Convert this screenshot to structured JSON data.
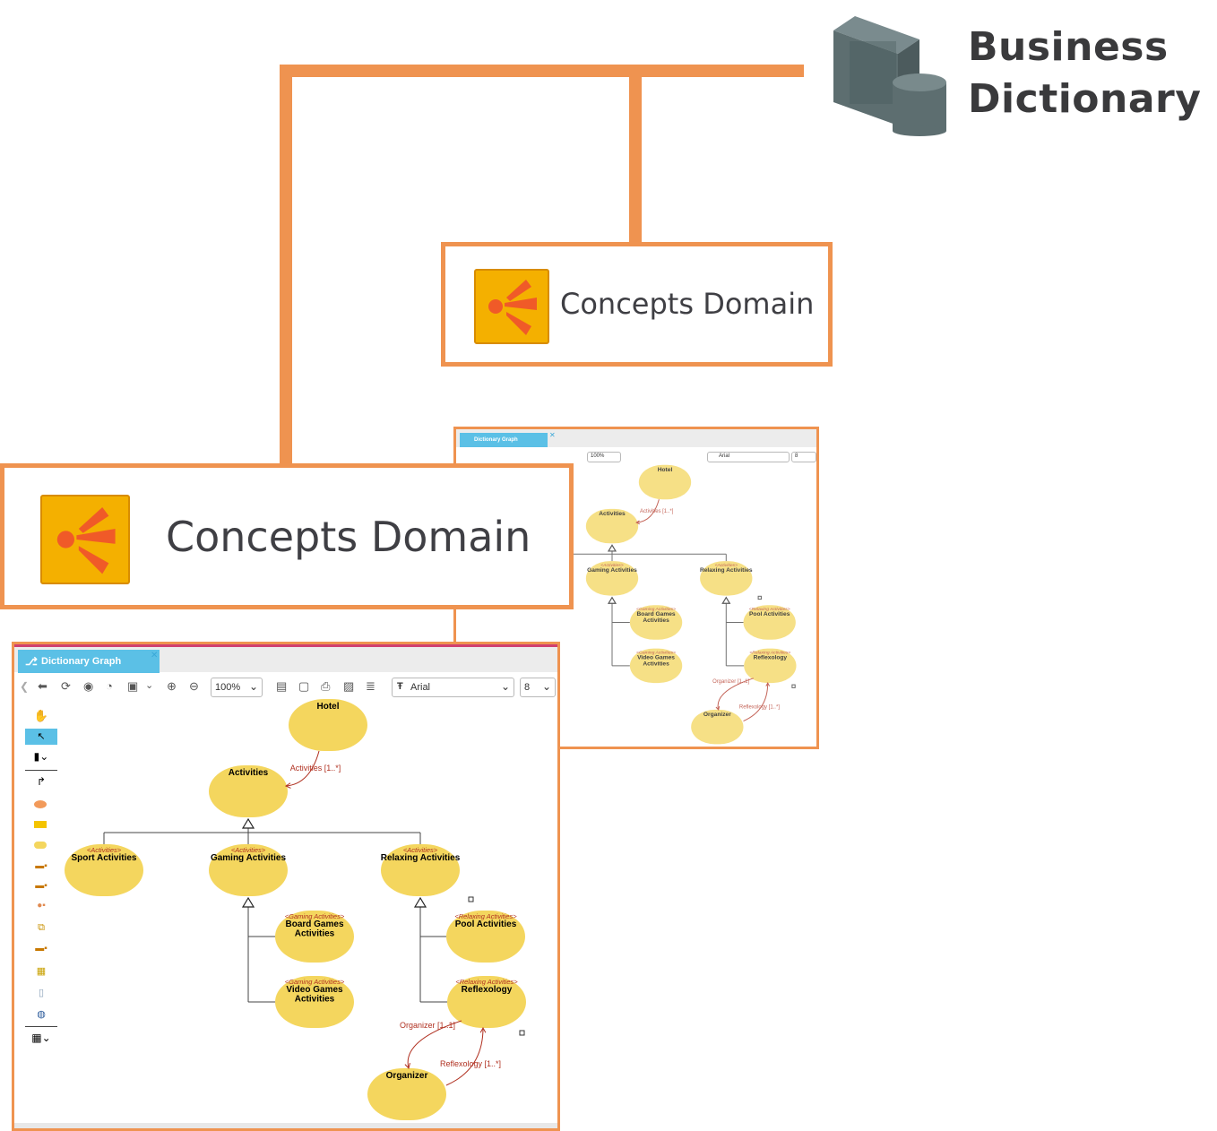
{
  "header": {
    "title_line1": "Business",
    "title_line2": "Dictionary",
    "icon": "book-database-icon"
  },
  "colors": {
    "accent": "#ef9350",
    "node_fill": "#f4d65e",
    "tab_blue": "#5bc0e6",
    "relation_red": "#b03020",
    "domain_icon": "#f4b000"
  },
  "domains": [
    {
      "label": "Concepts Domain",
      "icon": "concepts-domain-icon"
    },
    {
      "label": "Concepts Domain",
      "icon": "concepts-domain-icon"
    }
  ],
  "graph_window": {
    "tab_label": "Dictionary Graph",
    "zoom": "100%",
    "font": "Arial",
    "font_size": "8",
    "toolbar_icons": [
      "back-icon",
      "refresh-icon",
      "eye-icon",
      "gauge-icon",
      "layout-icon",
      "chevron-down-icon",
      "zoom-in-icon",
      "zoom-out-icon",
      "table-icon",
      "frame-icon",
      "print-icon",
      "image-icon",
      "list-icon",
      "text-font-icon"
    ],
    "palette_icons": [
      "hand-icon",
      "select-icon",
      "column-icon",
      "connector-icon",
      "ellipse-icon",
      "rectangle-icon",
      "rounded-icon",
      "link-left-icon",
      "link-right-icon",
      "ellipse-link-icon",
      "group-icon",
      "card-icon",
      "note-icon",
      "document-icon",
      "globe-icon",
      "grid-icon"
    ]
  },
  "graph": {
    "nodes": [
      {
        "id": "hotel",
        "label": "Hotel",
        "stereotype": ""
      },
      {
        "id": "activities",
        "label": "Activities",
        "stereotype": ""
      },
      {
        "id": "sport",
        "label": "Sport Activities",
        "stereotype": "<Activities>"
      },
      {
        "id": "gaming",
        "label": "Gaming Activities",
        "stereotype": "<Activities>"
      },
      {
        "id": "relaxing",
        "label": "Relaxing Activities",
        "stereotype": "<Activities>"
      },
      {
        "id": "board",
        "label": "Board Games Activities",
        "stereotype": "<Gaming Activities>"
      },
      {
        "id": "video",
        "label": "Video Games Activities",
        "stereotype": "<Gaming Activities>"
      },
      {
        "id": "pool",
        "label": "Pool Activities",
        "stereotype": "<Relaxing Activities>"
      },
      {
        "id": "reflexology",
        "label": "Reflexology",
        "stereotype": "<Relaxing Activities>"
      },
      {
        "id": "organizer",
        "label": "Organizer",
        "stereotype": ""
      }
    ],
    "relations": [
      {
        "from": "hotel",
        "to": "activities",
        "label": "Activities [1..*]"
      },
      {
        "from": "reflexology",
        "to": "organizer",
        "label": "Organizer [1..1]"
      },
      {
        "from": "organizer",
        "to": "reflexology",
        "label": "Reflexology [1..*]"
      }
    ],
    "generalizations": [
      {
        "parent": "activities",
        "children": [
          "sport",
          "gaming",
          "relaxing"
        ]
      },
      {
        "parent": "gaming",
        "children": [
          "board",
          "video"
        ]
      },
      {
        "parent": "relaxing",
        "children": [
          "pool",
          "reflexology"
        ]
      }
    ]
  }
}
